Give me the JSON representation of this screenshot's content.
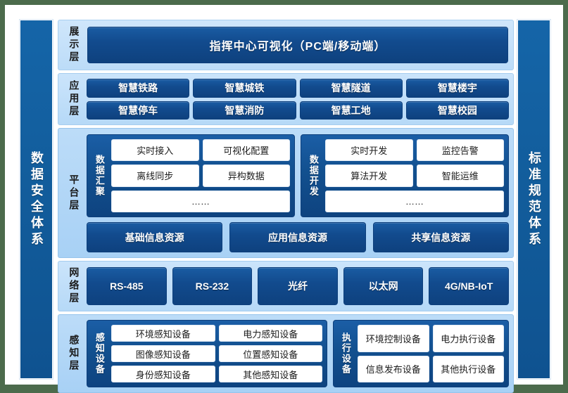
{
  "pillars": {
    "left": "数据安全体系",
    "right": "标准规范体系"
  },
  "layers": {
    "display": {
      "label": "展示层",
      "banner": "指挥中心可视化（PC端/移动端）"
    },
    "application": {
      "label": "应用层",
      "items": [
        "智慧铁路",
        "智慧城铁",
        "智慧隧道",
        "智慧楼宇",
        "智慧停车",
        "智慧消防",
        "智慧工地",
        "智慧校园"
      ]
    },
    "platform": {
      "label": "平台层",
      "groups": [
        {
          "label": "数据汇聚",
          "items": [
            "实时接入",
            "可视化配置",
            "离线同步",
            "异构数据"
          ],
          "more": "……"
        },
        {
          "label": "数据开发",
          "items": [
            "实时开发",
            "监控告警",
            "算法开发",
            "智能运维"
          ],
          "more": "……"
        }
      ],
      "resources": [
        "基础信息资源",
        "应用信息资源",
        "共享信息资源"
      ]
    },
    "network": {
      "label": "网络层",
      "items": [
        "RS-485",
        "RS-232",
        "光纤",
        "以太网",
        "4G/NB-IoT"
      ]
    },
    "sensing": {
      "label": "感知层",
      "groups": [
        {
          "label": "感知设备",
          "items": [
            "环境感知设备",
            "电力感知设备",
            "图像感知设备",
            "位置感知设备",
            "身份感知设备",
            "其他感知设备"
          ]
        },
        {
          "label": "执行设备",
          "items": [
            "环境控制设备",
            "电力执行设备",
            "信息发布设备",
            "其他执行设备"
          ]
        }
      ]
    }
  },
  "colors": {
    "page_background": "#4c6b4c",
    "canvas": "#ffffff",
    "tile_dark": "#12508f",
    "panel_light": "#a8d1f5",
    "panel_lighter": "#cbe4fb",
    "chip_white": "#ffffff",
    "pillar": "#125d9c"
  }
}
